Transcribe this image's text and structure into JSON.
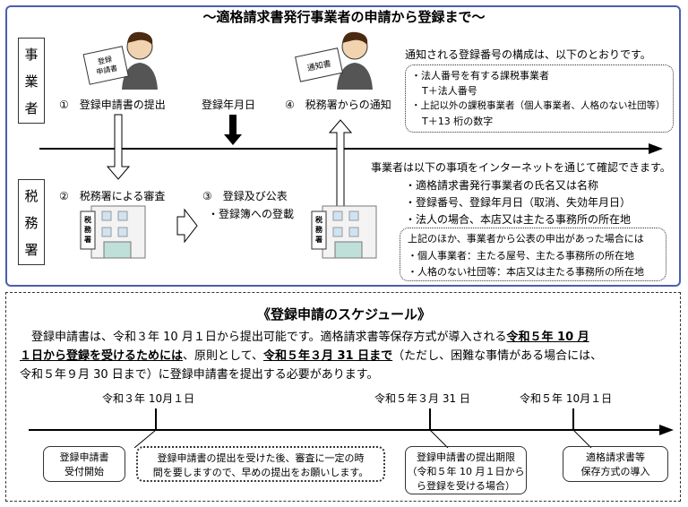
{
  "title": "～適格請求書発行事業者の申請から登録まで～",
  "parties": {
    "business": [
      "事",
      "業",
      "者"
    ],
    "office": [
      "税",
      "務",
      "署"
    ]
  },
  "steps": {
    "step1": "①　登録申請書の提出",
    "reg_date": "登録年月日",
    "step4": "④　税務署からの通知",
    "step2": "②　税務署による審査",
    "step3": "③　登録及び公表",
    "step3_sub": "・登録簿への登載"
  },
  "paper_labels": {
    "application": [
      "登録",
      "申請書"
    ],
    "notice": "通知書"
  },
  "building_label": [
    "税",
    "務",
    "署"
  ],
  "reg_number": {
    "intro": "通知される登録番号の構成は、以下のとおりです。",
    "lines": [
      "・法人番号を有する課税事業者",
      "T＋法人番号",
      "・上記以外の課税事業者（個人事業者、人格のない社団等）",
      "T＋13 桁の数字"
    ]
  },
  "internet": {
    "intro": "事業者は以下の事項をインターネットを通じて確認できます。",
    "items": [
      "・適格請求書発行事業者の氏名又は名称",
      "・登録番号、登録年月日（取消、失効年月日）",
      "・法人の場合、本店又は主たる事務所の所在地"
    ],
    "extra": [
      "上記のほか、事業者から公表の申出があった場合には",
      "・個人事業者：主たる屋号、主たる事務所の所在地",
      "・人格のない社団等：本店又は主たる事務所の所在地"
    ]
  },
  "schedule": {
    "title": "《登録申請のスケジュール》",
    "p1": "登録申請書は、令和３年 10 月１日から提出可能です。適格請求書等保存方式が導入される",
    "p1b": "令和５年 10 月",
    "p2b": "１日から登録を受けるためには",
    "p2": "、原則として、",
    "p2c": "令和５年３月 31 日まで",
    "p2d": "（ただし、困難な事情がある場合には、",
    "p3": "令和５年９月 30 日まで）に登録申請書を提出する必要があります。",
    "dates": [
      "令和３年 10月１日",
      "令和５年３月 31 日",
      "令和５年 10月１日"
    ],
    "box1": [
      "登録申請書",
      "受付開始"
    ],
    "box_note": [
      "登録申請書の提出を受けた後、審査に一定の時",
      "間を要しますので、早めの提出をお願いします。"
    ],
    "box2": [
      "登録申請書の提出期限",
      "（令和５年 10 月１日から",
      "ら登録を受ける場合）"
    ],
    "box3": [
      "適格請求書等",
      "保存方式の導入"
    ]
  }
}
